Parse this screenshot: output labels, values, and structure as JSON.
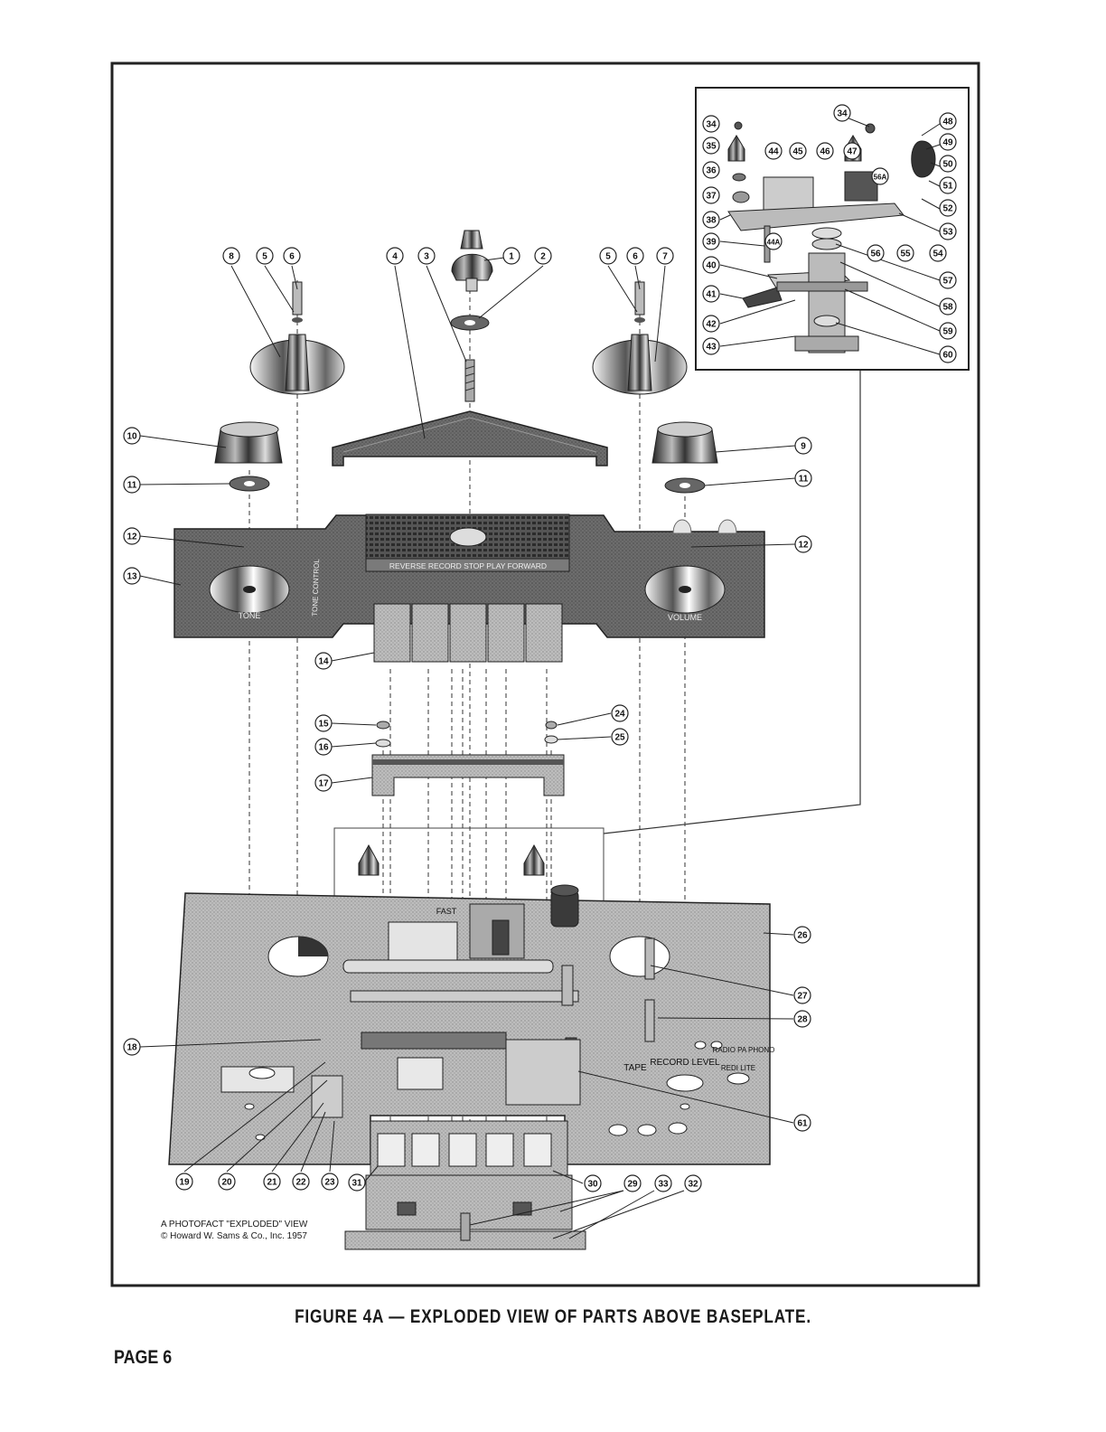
{
  "caption": "FIGURE 4A — EXPLODED VIEW OF PARTS ABOVE BASEPLATE.",
  "page_label": "PAGE 6",
  "credit": {
    "line1": "A PHOTOFACT \"EXPLODED\" VIEW",
    "line2": "© Howard W. Sams & Co., Inc. 1957"
  },
  "panel_labels": {
    "tone": "TONE",
    "volume": "VOLUME",
    "tone_control": "TONE CONTROL",
    "button_bar": "REVERSE RECORD  STOP  PLAY  FORWARD",
    "fast": "FAST",
    "tape": "TAPE",
    "record_level": "RECORD LEVEL",
    "radio_pa_phono": "RADIO PA PHONO",
    "redi_lite": "REDI LITE"
  },
  "callouts": [
    "1",
    "2",
    "3",
    "4",
    "5",
    "6",
    "7",
    "8",
    "9",
    "10",
    "11",
    "12",
    "13",
    "14",
    "15",
    "16",
    "17",
    "18",
    "19",
    "20",
    "21",
    "22",
    "23",
    "24",
    "25",
    "26",
    "27",
    "28",
    "29",
    "30",
    "31",
    "32",
    "33",
    "34",
    "35",
    "36",
    "37",
    "38",
    "39",
    "40",
    "41",
    "42",
    "43",
    "44",
    "44A",
    "45",
    "46",
    "47",
    "48",
    "49",
    "50",
    "51",
    "52",
    "53",
    "54",
    "55",
    "56",
    "56A",
    "57",
    "58",
    "59",
    "60",
    "61"
  ]
}
